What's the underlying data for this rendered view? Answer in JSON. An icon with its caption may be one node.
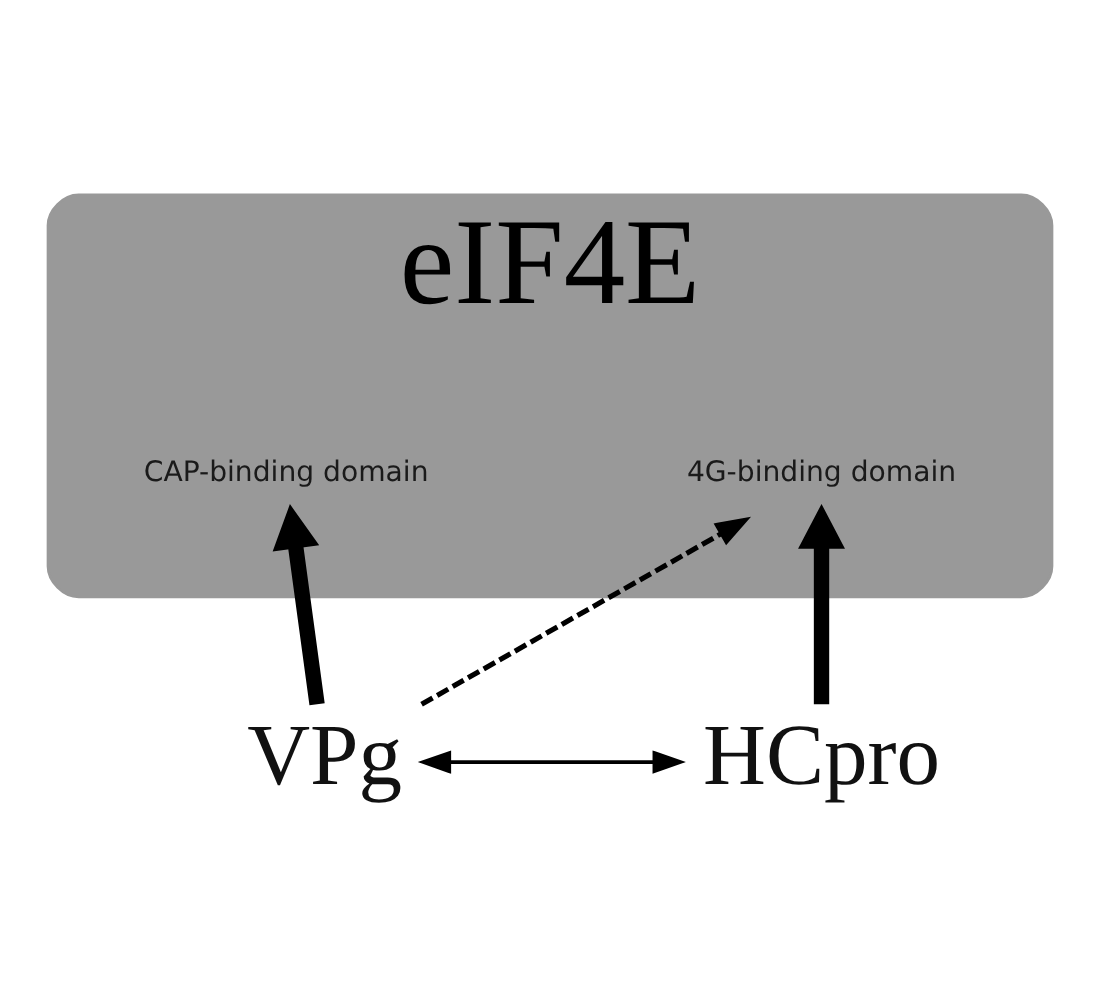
{
  "diagram": {
    "nodes": [
      {
        "text": [
          "eIF4E"
        ]
      },
      {
        "text": [
          "CAP-binding domain"
        ],
        "in": 0
      },
      {
        "text": [
          "4G-binding domain"
        ],
        "in": 0
      },
      {
        "text": [
          "VPg"
        ]
      },
      {
        "text": [
          "HCpro"
        ]
      }
    ],
    "edges": [
      {
        "from": 3,
        "to": 1,
        "arrow": "to",
        "style": "thick"
      },
      {
        "from": 4,
        "to": 2,
        "arrow": "to",
        "style": "thick"
      },
      {
        "from": 3,
        "to": 2,
        "arrow": "to",
        "style": "dashed"
      },
      {
        "from": 3,
        "to": 4,
        "arrow": "both"
      }
    ]
  }
}
